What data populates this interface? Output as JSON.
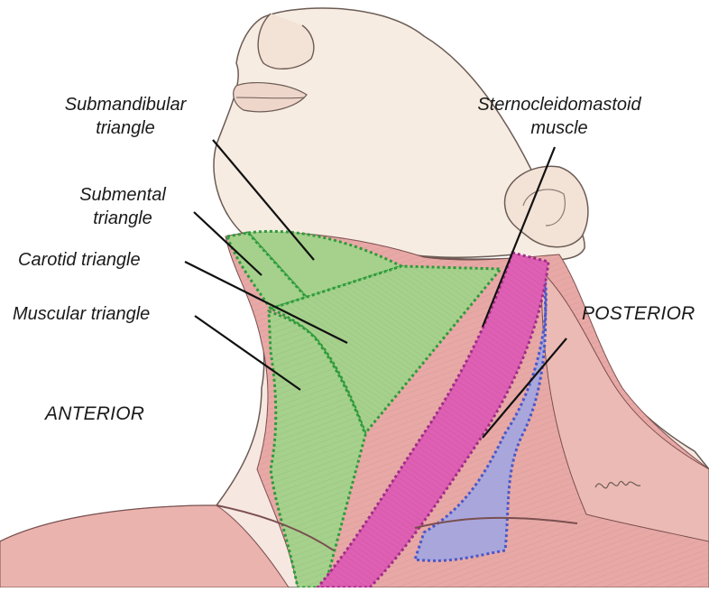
{
  "labels": {
    "submandibular_line1": "Submandibular",
    "submandibular_line2": "triangle",
    "submental_line1": "Submental",
    "submental_line2": "triangle",
    "carotid": "Carotid triangle",
    "muscular": "Muscular triangle",
    "anterior": "ANTERIOR",
    "scm_line1": "Sternocleidomastoid",
    "scm_line2": "muscle",
    "posterior": "POSTERIOR"
  },
  "colors": {
    "skin": "#f5eae0",
    "skin_outline": "#6b5c55",
    "muscle_pink": "#e8a9a6",
    "triangle_green": "#9fd58a",
    "triangle_border": "#2f9b3c",
    "scm_magenta": "#de5fb3",
    "posterior_lavender": "#a9a6dc",
    "posterior_border": "#4a58c8",
    "leader_line": "#111111"
  },
  "icons": [
    "artist-signature"
  ]
}
